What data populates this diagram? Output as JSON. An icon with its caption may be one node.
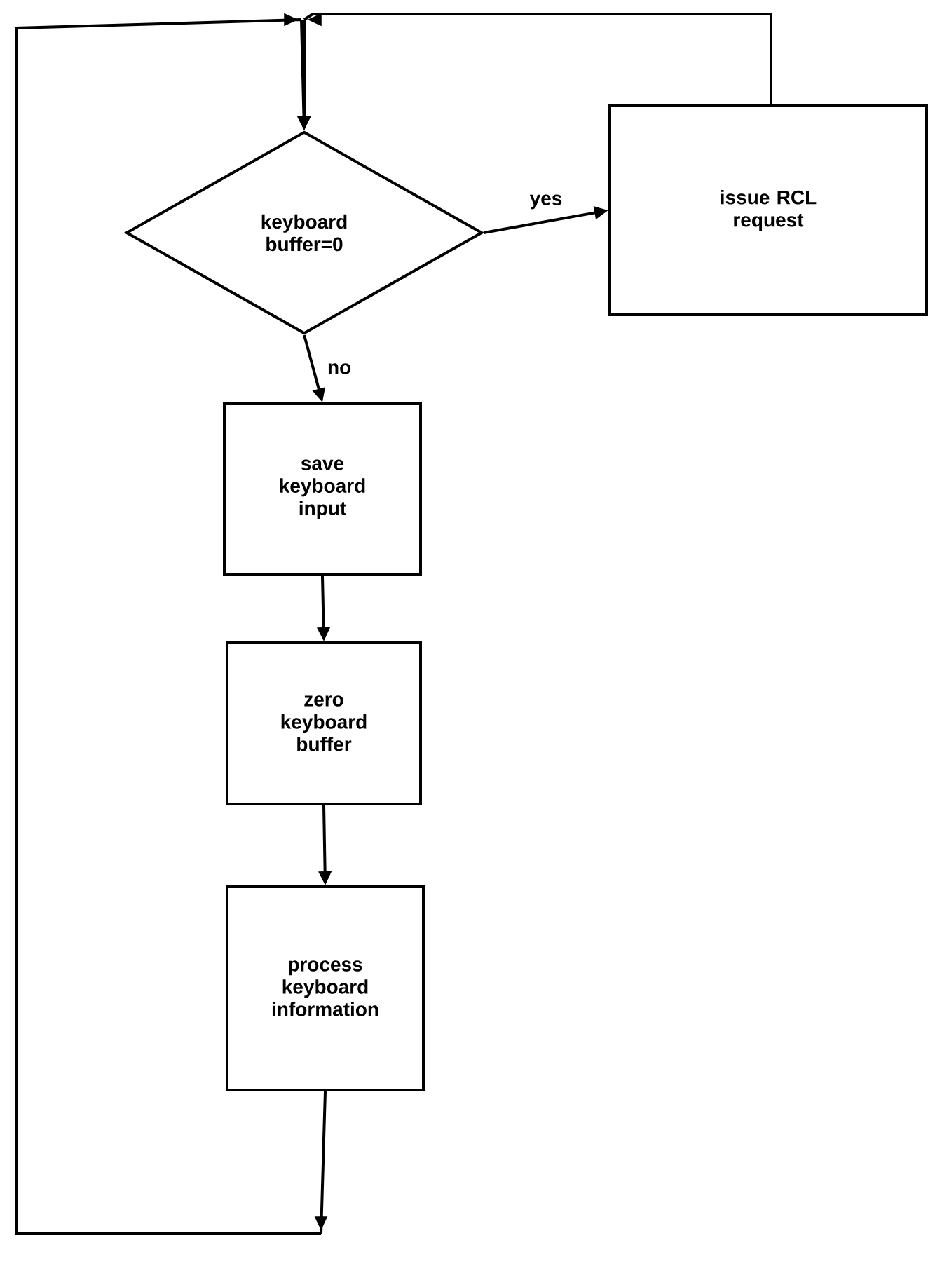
{
  "diagram": {
    "nodes": [
      {
        "text": [
          "keyboard buffer=0"
        ]
      },
      {
        "text": [
          "issue RCL request"
        ]
      },
      {
        "text": [
          "save keyboard input"
        ]
      },
      {
        "text": [
          "zero keyboard buffer"
        ]
      },
      {
        "text": [
          "process keyboard information"
        ]
      }
    ],
    "edges": [
      {
        "from": 0,
        "to": 1,
        "arrow": "to",
        "label": "yes"
      },
      {
        "from": 0,
        "to": 2,
        "arrow": "to",
        "label": "no"
      },
      {
        "from": 2,
        "to": 3,
        "arrow": "to"
      },
      {
        "from": 3,
        "to": 4,
        "arrow": "to"
      },
      {
        "from": 4,
        "to": 0,
        "arrow": "to"
      },
      {
        "from": 1,
        "to": 0,
        "arrow": "to"
      }
    ]
  }
}
